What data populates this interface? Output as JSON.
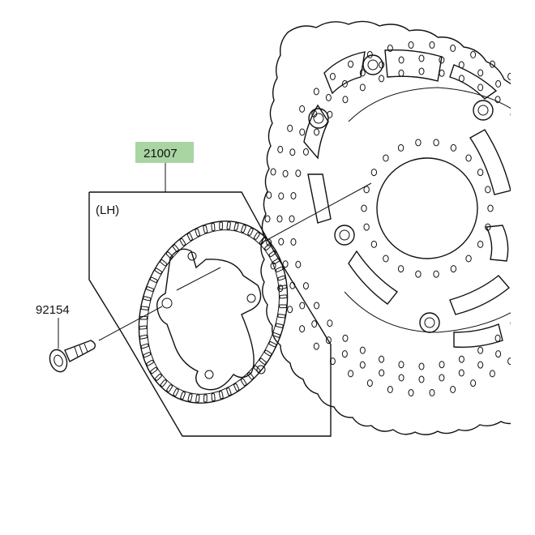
{
  "labels": {
    "part_main": "21007",
    "part_bolt": "92154",
    "side": "(LH)"
  },
  "colors": {
    "highlight": "#a8d5a2",
    "line": "#111111",
    "background": "#ffffff"
  }
}
